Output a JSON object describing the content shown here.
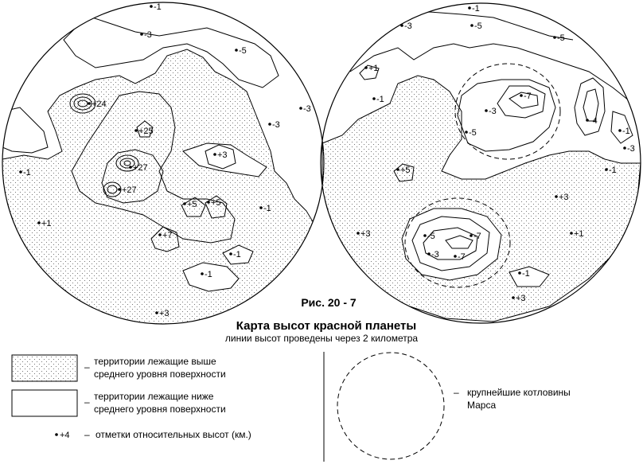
{
  "figure": {
    "number": "Рис. 20 - 7",
    "title": "Карта высот красной планеты",
    "subtitle": "линии высот проведены через 2 километра"
  },
  "legend": {
    "above_label_line1": "территории лежащие выше",
    "above_label_line2": "среднего уровня поверхности",
    "below_label_line1": "территории лежащие ниже",
    "below_label_line2": "среднего уровня поверхности",
    "mark_sample": "+4",
    "mark_label": "отметки относительных высот (км.)",
    "basin_label_line1": "крупнейшие котловины",
    "basin_label_line2": "Марса",
    "dash": "–"
  },
  "left_hemisphere": {
    "marks": [
      "-1",
      "-3",
      "-5",
      "+24",
      "+25",
      "+27",
      "+27",
      "-3",
      "-3",
      "+3",
      "-1",
      "+1",
      "+5",
      "+5",
      "-1",
      "+7",
      "-1",
      "-1",
      "+3"
    ]
  },
  "right_hemisphere": {
    "marks": [
      "-1",
      "-3",
      "-5",
      "-5",
      "+1",
      "-1",
      "-7",
      "-3",
      "-5",
      "-4",
      "-1",
      "-3",
      "+5",
      "-1",
      "+3",
      "+3",
      "-5",
      "-7",
      "-3",
      "-7",
      "+1",
      "-1",
      "+3"
    ]
  },
  "colors": {
    "ink": "#000000",
    "paper": "#ffffff",
    "stipple": "#555555"
  }
}
